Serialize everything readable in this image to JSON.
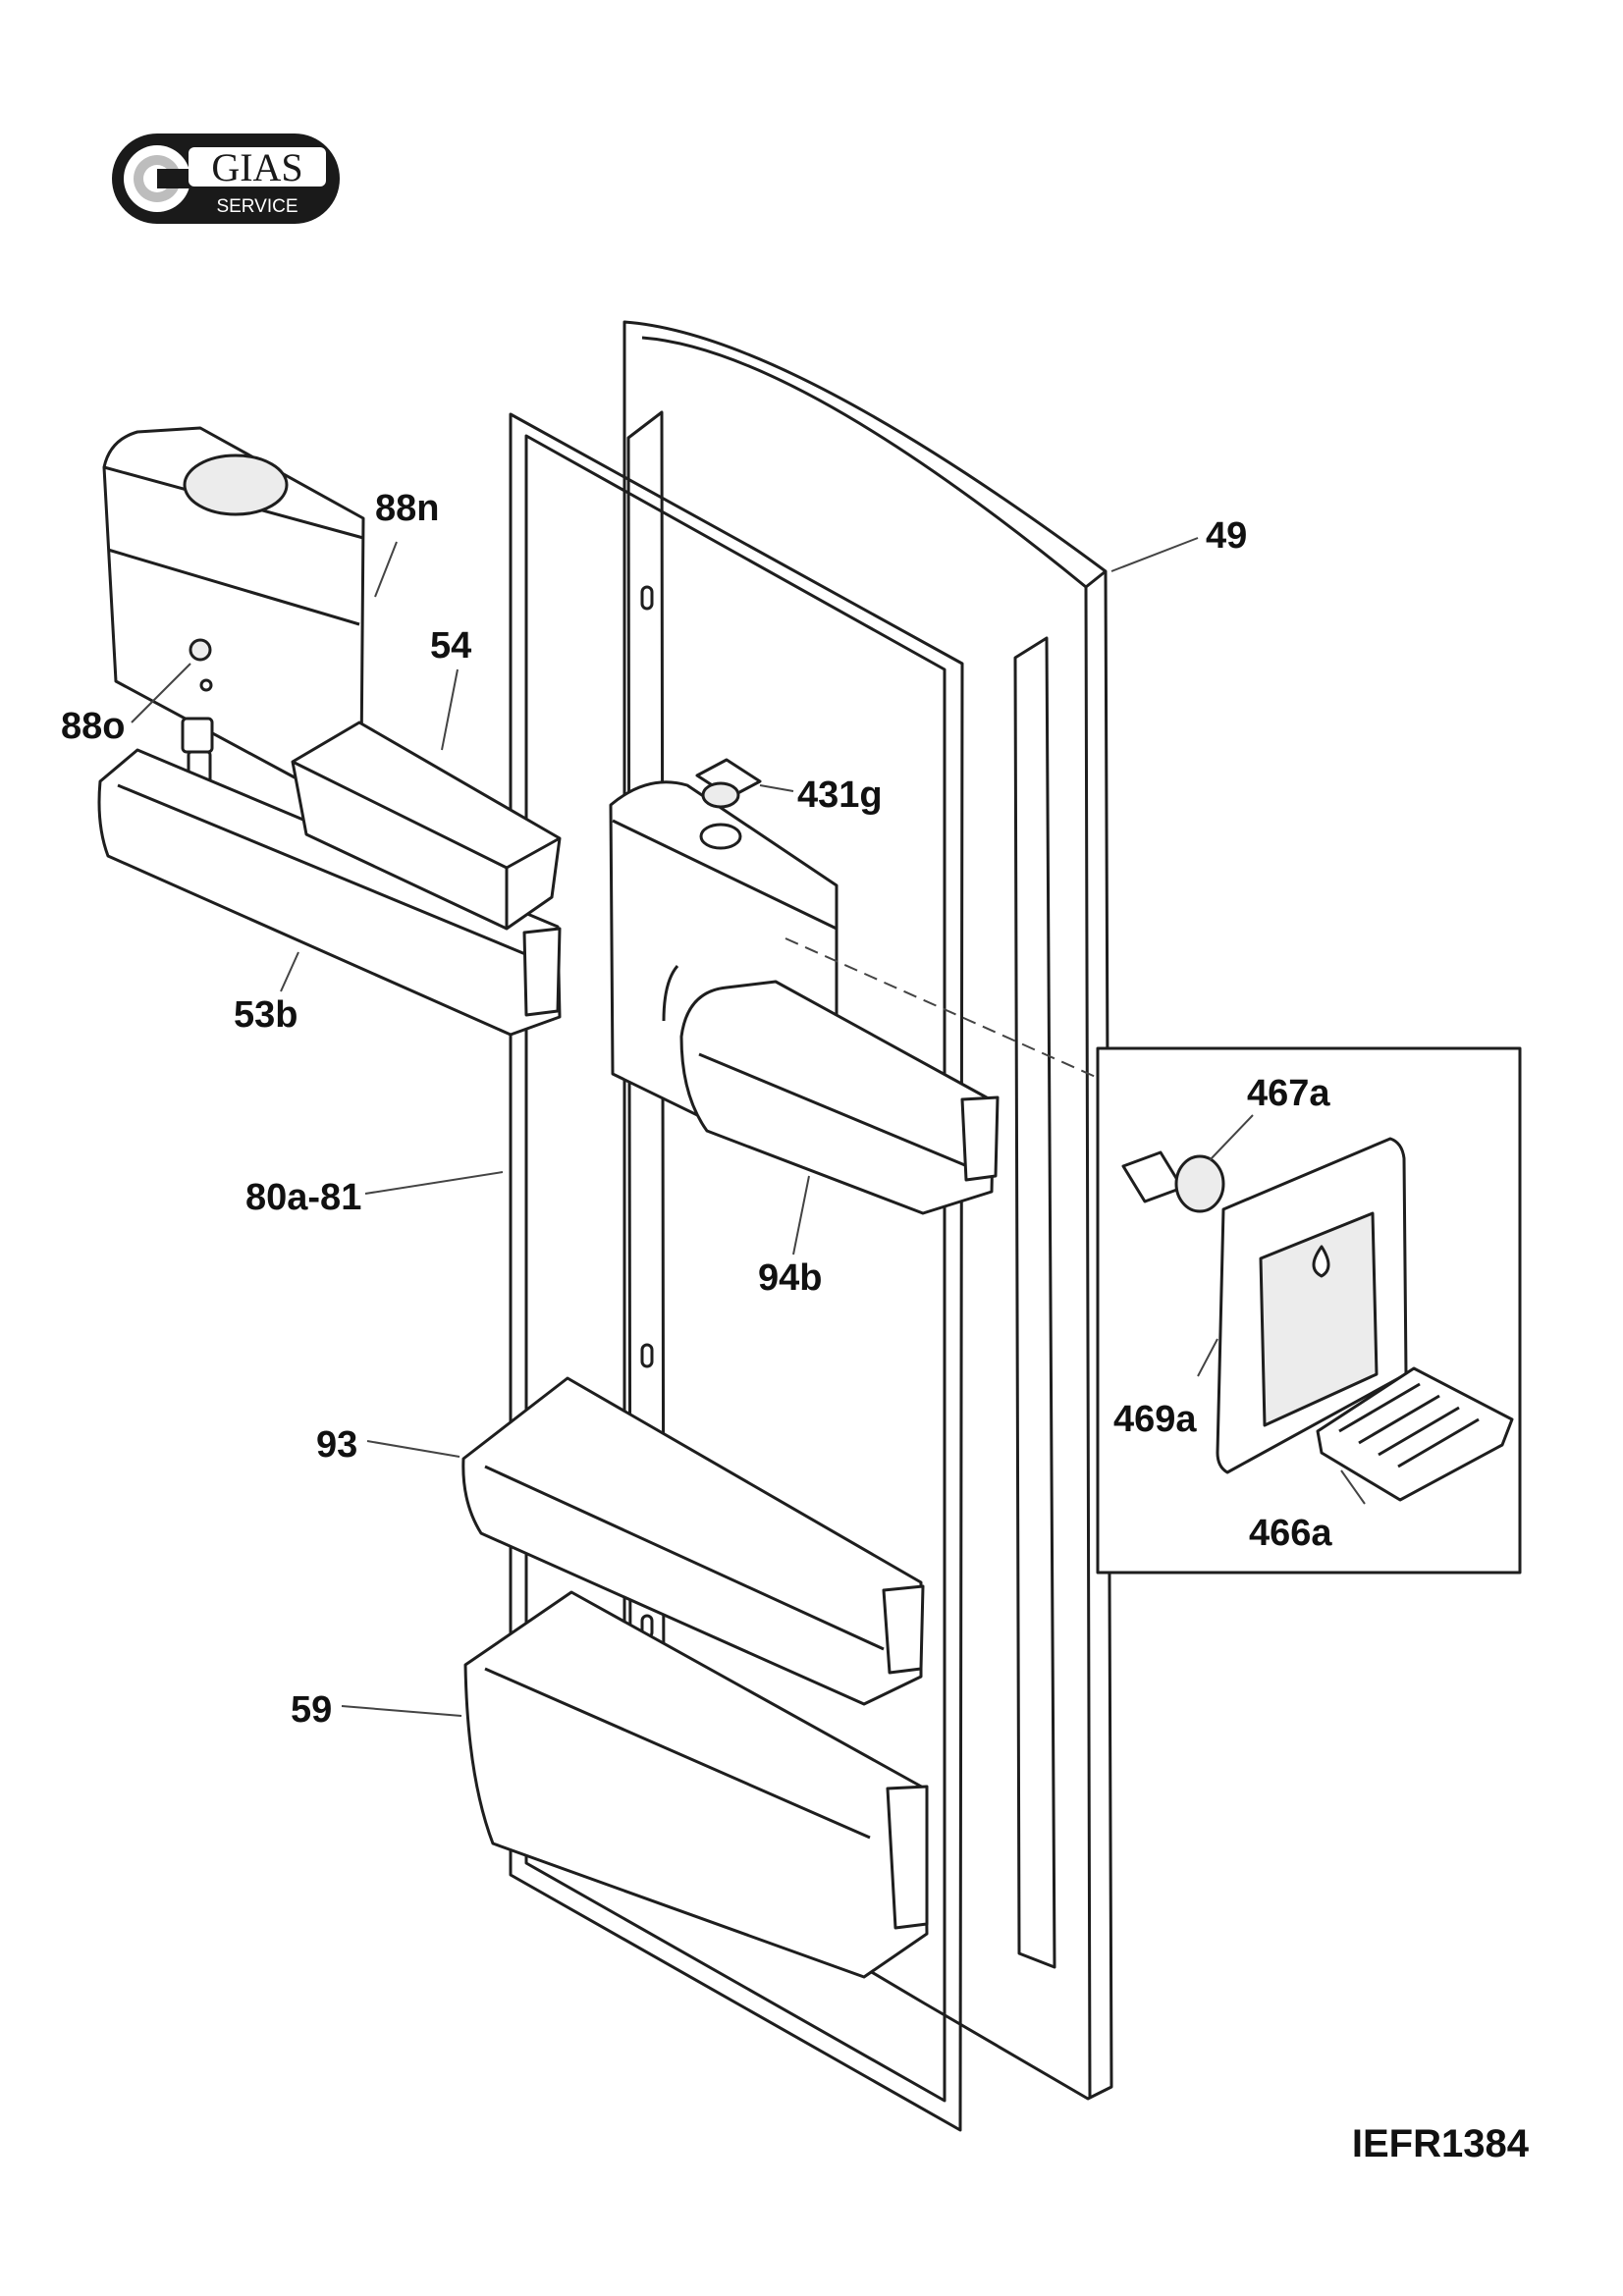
{
  "logo": {
    "brand": "GIAS",
    "subtitle": "SERVICE",
    "colors": {
      "badge": "#1a1a1a",
      "text": "#ffffff",
      "inner": "#bdbdbd"
    }
  },
  "document_code": "IEFR1384",
  "parts": [
    {
      "id": "p49",
      "label": "49"
    },
    {
      "id": "p88n",
      "label": "88n"
    },
    {
      "id": "p54",
      "label": "54"
    },
    {
      "id": "p88o",
      "label": "88o"
    },
    {
      "id": "p431g",
      "label": "431g"
    },
    {
      "id": "p53b",
      "label": "53b"
    },
    {
      "id": "p467a",
      "label": "467a"
    },
    {
      "id": "p80a81",
      "label": "80a-81"
    },
    {
      "id": "p94b",
      "label": "94b"
    },
    {
      "id": "p469a",
      "label": "469a"
    },
    {
      "id": "p93",
      "label": "93"
    },
    {
      "id": "p466a",
      "label": "466a"
    },
    {
      "id": "p59",
      "label": "59"
    }
  ],
  "colors": {
    "line": "#1e1e1e",
    "fill": "#ffffff",
    "shade": "#ececec",
    "leader": "#444444"
  }
}
